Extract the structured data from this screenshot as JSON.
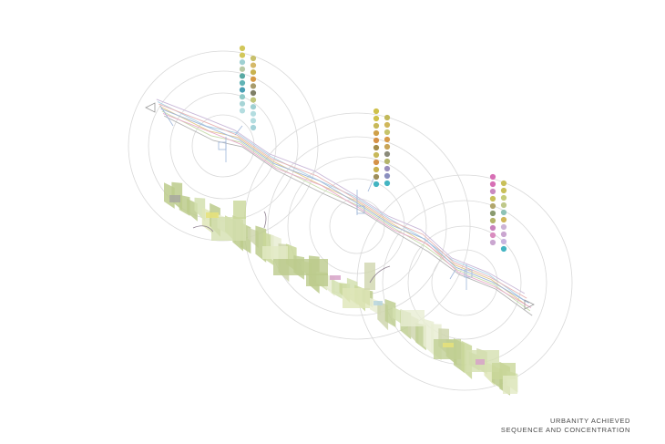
{
  "caption": {
    "line1": "URBANITY ACHIEVED",
    "line2": "SEQUENCE AND CONCENTRATION"
  },
  "colors": {
    "ring": "#d9d9d9",
    "transit_lines": [
      "#c9b8d8",
      "#a9cfe4",
      "#e7b3b3",
      "#e3c98d",
      "#9fb6d9",
      "#c6dcaa",
      "#e8a7c9",
      "#b3b3b3"
    ],
    "terrain": [
      "#d4e0b0",
      "#c9d79a",
      "#e2eac4",
      "#bccb8c",
      "#dfe6b8",
      "#cfd6ae",
      "#e9edd3",
      "#c0cf93"
    ],
    "terrain_accent": [
      "#e6e27a",
      "#d7a3c9",
      "#b8d6e0",
      "#a8a8a0"
    ]
  },
  "clusters": [
    {
      "name": "west",
      "columns": [
        [
          "#d2c75a",
          "#d2c75a",
          "#9fd0d2",
          "#b9c9a4",
          "#58a9a3",
          "#61b3b6",
          "#4a9fb4",
          "#8fcac7",
          "#a7d4d6",
          "#b4dde0"
        ],
        [
          "#c8c06b",
          "#d5b969",
          "#c9b24f",
          "#d69a46",
          "#a89b6b",
          "#7f7f66",
          "#c1c67a",
          "#9fd0d2",
          "#b4dde0",
          "#b4dde0",
          "#a5d3d9"
        ]
      ]
    },
    {
      "name": "center",
      "columns": [
        [
          "#cfc14c",
          "#cfc14c",
          "#c8b95a",
          "#d0a14a",
          "#d59248",
          "#a48c4a",
          "#c8b95a",
          "#d59248",
          "#c9b24f",
          "#9e8e5a",
          "#43b4c2"
        ],
        [
          "#c2b95b",
          "#d0b75a",
          "#c7c46b",
          "#d79b4a",
          "#c8a457",
          "#8b8b7a",
          "#b4b46a",
          "#9a8fbc",
          "#8a8fbf",
          "#43b4c2"
        ]
      ]
    },
    {
      "name": "east",
      "columns": [
        [
          "#d76fb5",
          "#d76fb5",
          "#c98ac0",
          "#c9c05a",
          "#b1a66c",
          "#8a9a6e",
          "#b4b46a",
          "#c982bd",
          "#d98cbf",
          "#caa6d0"
        ],
        [
          "#c9c05a",
          "#c9c05a",
          "#c6cc7a",
          "#bfc88a",
          "#8ec2b5",
          "#d0b75a",
          "#cdb4d6",
          "#caa6d0",
          "#c8b5e0",
          "#43b4c2"
        ]
      ]
    }
  ]
}
